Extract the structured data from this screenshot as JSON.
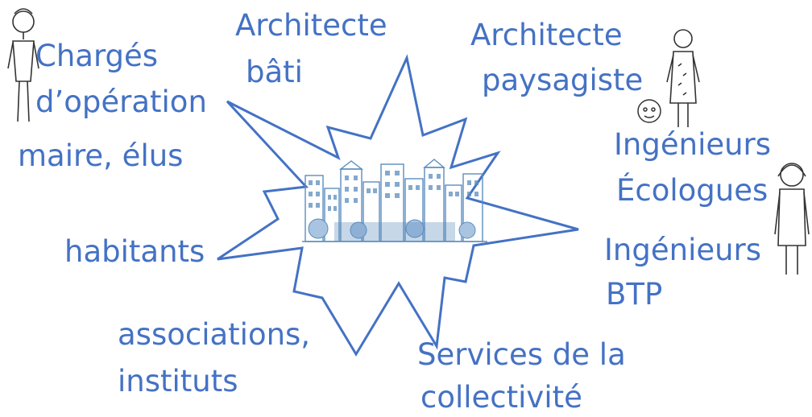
{
  "labels": {
    "charges_l1": "Chargés",
    "charges_l2": "d’opération",
    "archi_bati_l1": "Architecte",
    "archi_bati_l2": "bâti",
    "archi_pay_l1": "Architecte",
    "archi_pay_l2": "paysagiste",
    "maire": "maire, élus",
    "ing_eco_l1": "Ingénieurs",
    "ing_eco_l2": "Écologues",
    "habitants": "habitants",
    "ing_btp_l1": "Ingénieurs",
    "ing_btp_l2": "BTP",
    "assoc_l1": "associations,",
    "assoc_l2": "instituts",
    "services_l1": "Services de la",
    "services_l2": "collectivité"
  },
  "colors": {
    "text": "#4472C4",
    "burst_stroke": "#4472C4",
    "city": "#5B8DBE",
    "figure_line": "#333333"
  },
  "icons": [
    "starburst-shape",
    "cityscape-illustration",
    "person-sketch"
  ]
}
